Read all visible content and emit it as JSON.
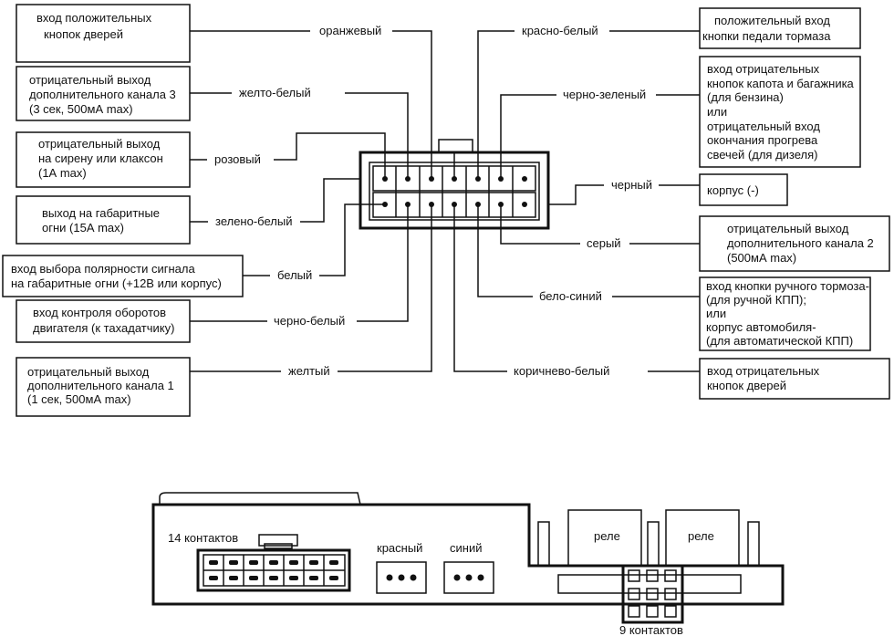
{
  "left_blocks": [
    {
      "lines": [
        "вход положительных",
        "кнопок дверей"
      ],
      "wire": "оранжевый"
    },
    {
      "lines": [
        "отрицательный выход",
        "дополнительного канала 3",
        "(3 сек, 500мА max)"
      ],
      "wire": "желто-белый"
    },
    {
      "lines": [
        "отрицательный выход",
        "на сирену или клаксон",
        "(1А max)"
      ],
      "wire": "розовый"
    },
    {
      "lines": [
        "выход на габаритные",
        "огни (15А max)"
      ],
      "wire": "зелено-белый"
    },
    {
      "lines": [
        "вход выбора полярности сигнала",
        "на габаритные огни (+12В или корпус)"
      ],
      "wire": "белый"
    },
    {
      "lines": [
        "вход контроля оборотов",
        "двигателя (к тахадатчику)"
      ],
      "wire": "черно-белый"
    },
    {
      "lines": [
        "отрицательный выход",
        "дополнительного канала 1",
        "(1 сек, 500мА max)"
      ],
      "wire": "желтый"
    }
  ],
  "right_blocks": [
    {
      "lines": [
        "положительный вход",
        "кнопки педали тормаза"
      ],
      "wire": "красно-белый"
    },
    {
      "lines": [
        "вход отрицательных",
        "кнопок капота и багажника",
        "(для бензина)",
        "или",
        "отрицательный вход",
        "окончания прогрева",
        "свечей (для дизеля)"
      ],
      "wire": "черно-зеленый"
    },
    {
      "lines": [
        "корпус (-)"
      ],
      "wire": "черный"
    },
    {
      "lines": [
        "отрицательный выход",
        "дополнительного канала 2",
        "(500мА max)"
      ],
      "wire": "серый"
    },
    {
      "lines": [
        "вход кнопки ручного тормоза-",
        "(для ручной КПП);",
        "или",
        "корпус автомобиля-",
        "(для автоматической КПП)"
      ],
      "wire": "бело-синий"
    },
    {
      "lines": [
        "вход отрицательных",
        "кнопок дверей"
      ],
      "wire": "коричнево-белый"
    }
  ],
  "unit": {
    "connector14_label": "14 контактов",
    "red_label": "красный",
    "blue_label": "синий",
    "relay1_label": "реле",
    "relay2_label": "реле",
    "connector9_label": "9 контактов"
  }
}
